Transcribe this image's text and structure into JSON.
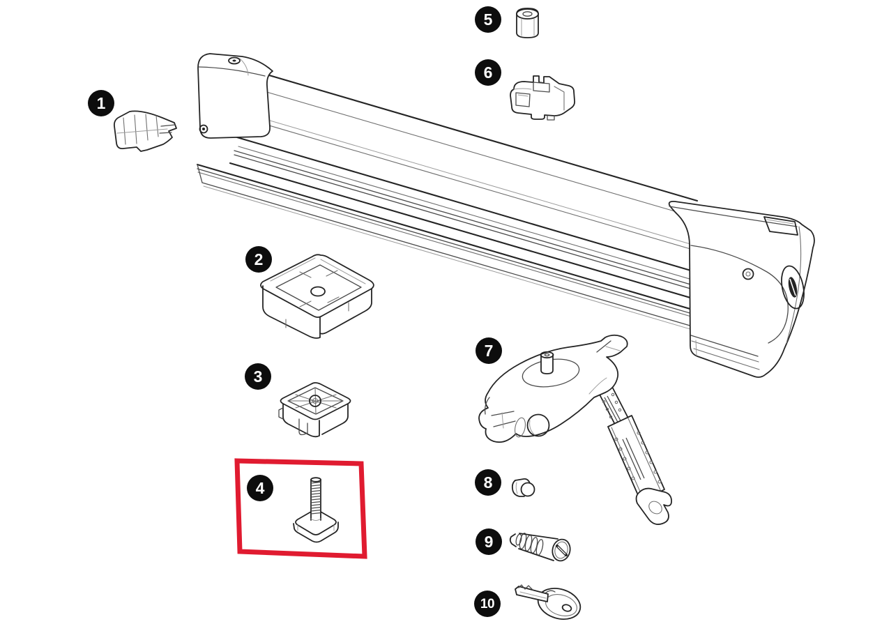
{
  "diagram": {
    "colors": {
      "highlight": "#e01b30",
      "badge": "#0d0d0d",
      "line": "#242424",
      "background": "#ffffff"
    },
    "highlighted_part_number": "4",
    "parts": [
      {
        "number": "1",
        "drawing": "rail-end-cap-clip"
      },
      {
        "number": "2",
        "drawing": "adapter-tray"
      },
      {
        "number": "3",
        "drawing": "spacer-block"
      },
      {
        "number": "4",
        "drawing": "t-bolt"
      },
      {
        "number": "5",
        "drawing": "hex-nut"
      },
      {
        "number": "6",
        "drawing": "clamp-bracket"
      },
      {
        "number": "7",
        "drawing": "mounting-foot-with-strap"
      },
      {
        "number": "8",
        "drawing": "plug"
      },
      {
        "number": "9",
        "drawing": "lock-cylinder"
      },
      {
        "number": "10",
        "drawing": "key"
      }
    ]
  }
}
